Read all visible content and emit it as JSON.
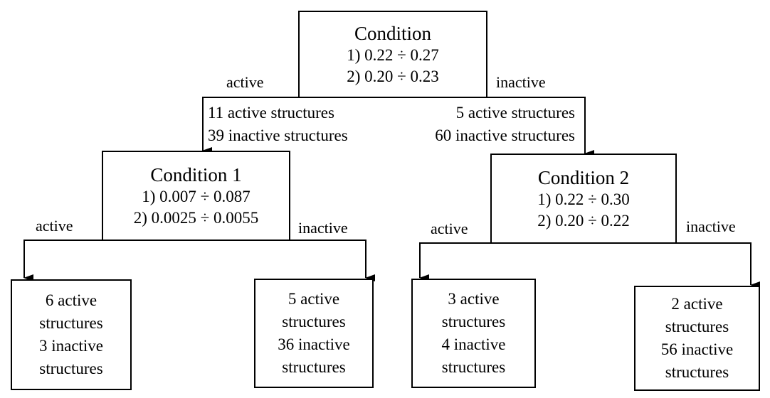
{
  "root": {
    "title": "Condition",
    "line1": "1) 0.22 ÷ 0.27",
    "line2": "2) 0.20 ÷ 0.23"
  },
  "root_branches": {
    "left_label": "active",
    "right_label": "inactive",
    "left_counts": [
      "11 active structures",
      "39 inactive structures"
    ],
    "right_counts": [
      "5 active structures",
      "60 inactive structures"
    ]
  },
  "node1": {
    "title": "Condition 1",
    "line1": "1) 0.007 ÷ 0.087",
    "line2": "2) 0.0025 ÷ 0.0055",
    "left_label": "active",
    "right_label": "inactive"
  },
  "node2": {
    "title": "Condition 2",
    "line1": "1) 0.22 ÷ 0.30",
    "line2": "2) 0.20 ÷ 0.22",
    "left_label": "active",
    "right_label": "inactive"
  },
  "leaves": [
    [
      "6 active",
      "structures",
      "3 inactive",
      "structures"
    ],
    [
      "5 active",
      "structures",
      "36 inactive",
      "structures"
    ],
    [
      "3 active",
      "structures",
      "4 inactive",
      "structures"
    ],
    [
      "2 active",
      "structures",
      "56 inactive",
      "structures"
    ]
  ]
}
